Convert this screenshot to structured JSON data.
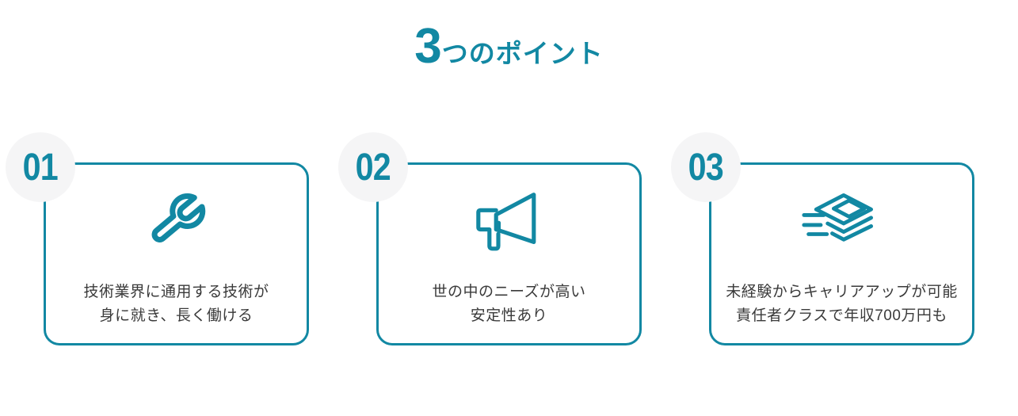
{
  "header": {
    "number": "3",
    "title_rest": "つのポイント"
  },
  "colors": {
    "accent": "#1288a3",
    "badge_background": "#f5f5f6",
    "text": "#3a3a3a",
    "page_background": "#ffffff"
  },
  "points": [
    {
      "number": "01",
      "icon": "wrench-icon",
      "line1": "技術業界に通用する技術が",
      "line2": "身に就き、長く働ける"
    },
    {
      "number": "02",
      "icon": "megaphone-icon",
      "line1": "世の中のニーズが高い",
      "line2": "安定性あり"
    },
    {
      "number": "03",
      "icon": "money-stack-icon",
      "line1": "未経験からキャリアアップが可能",
      "line2": "責任者クラスで年収700万円も"
    }
  ]
}
